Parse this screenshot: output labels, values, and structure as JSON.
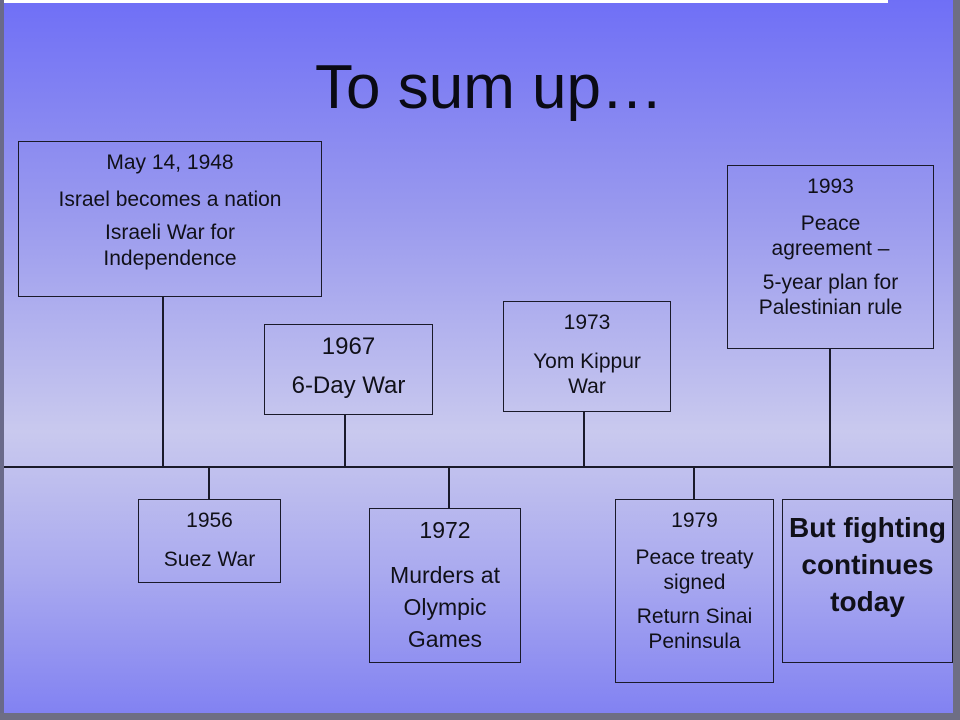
{
  "slide": {
    "title": "To sum up…"
  },
  "events_above": [
    {
      "date": "May 14, 1948",
      "line1": "Israel becomes a nation",
      "line2": "Israeli War for Independence"
    },
    {
      "date": "1967",
      "line1": "6-Day War"
    },
    {
      "date": "1973",
      "line1": "Yom Kippur War"
    },
    {
      "date": "1993",
      "line1": "Peace agreement –",
      "line2": "5-year plan for Palestinian rule"
    }
  ],
  "events_below": [
    {
      "date": "1956",
      "line1": "Suez War"
    },
    {
      "date": "1972",
      "line1": "Murders at Olympic Games"
    },
    {
      "date": "1979",
      "line1": "Peace treaty signed",
      "line2": "Return Sinai Peninsula"
    }
  ],
  "closing": "But fighting continues today"
}
